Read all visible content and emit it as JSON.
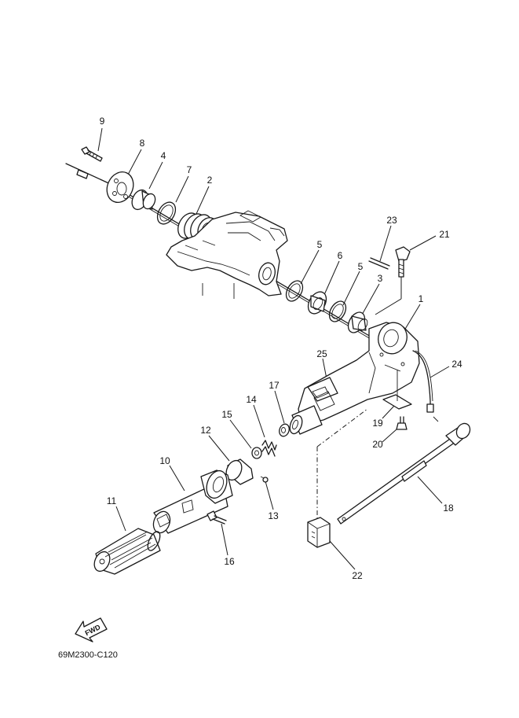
{
  "callouts": [
    "9",
    "8",
    "4",
    "7",
    "2",
    "23",
    "21",
    "5",
    "6",
    "5",
    "3",
    "1",
    "25",
    "24",
    "17",
    "14",
    "15",
    "12",
    "19",
    "20",
    "10",
    "11",
    "13",
    "16",
    "18",
    "22"
  ],
  "fwd_label": "FWD",
  "diagram_code": "69M2300-C120"
}
